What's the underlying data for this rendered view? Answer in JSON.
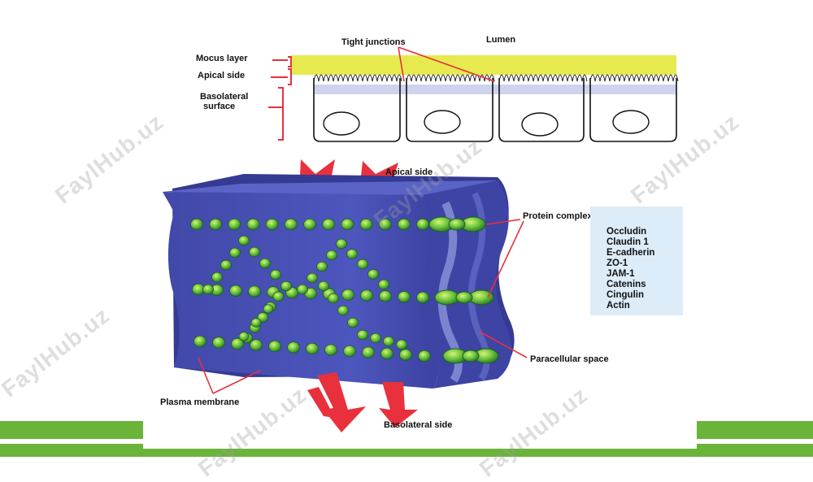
{
  "watermark": "FaylHub.uz",
  "colors": {
    "footer_green": "#6ab43a",
    "mucus": "#e6ea4e",
    "membrane": "#4a52b8",
    "membrane_dark": "#3b3f9a",
    "arrow": "#e8313d",
    "protein": "#4db53a",
    "legend_bg": "#dcecf8"
  },
  "top_diagram": {
    "labels": {
      "tight_junctions": "Tight junctions",
      "lumen": "Lumen",
      "mucus_layer": "Mocus layer",
      "apical_side": "Apical side",
      "basolateral_surface_1": "Basolateral",
      "basolateral_surface_2": "surface"
    }
  },
  "bottom_diagram": {
    "labels": {
      "apical_side": "Apical side",
      "protein_complex": "Protein complex",
      "paracellular_space": "Paracellular space",
      "plasma_membrane": "Plasma membrane",
      "basolateral_side": "Basolateral side"
    },
    "legend": [
      "Occludin",
      "Claudin 1",
      "E-cadherin",
      "ZO-1",
      "JAM-1",
      "Catenins",
      "Cingulin",
      "Actin"
    ]
  }
}
